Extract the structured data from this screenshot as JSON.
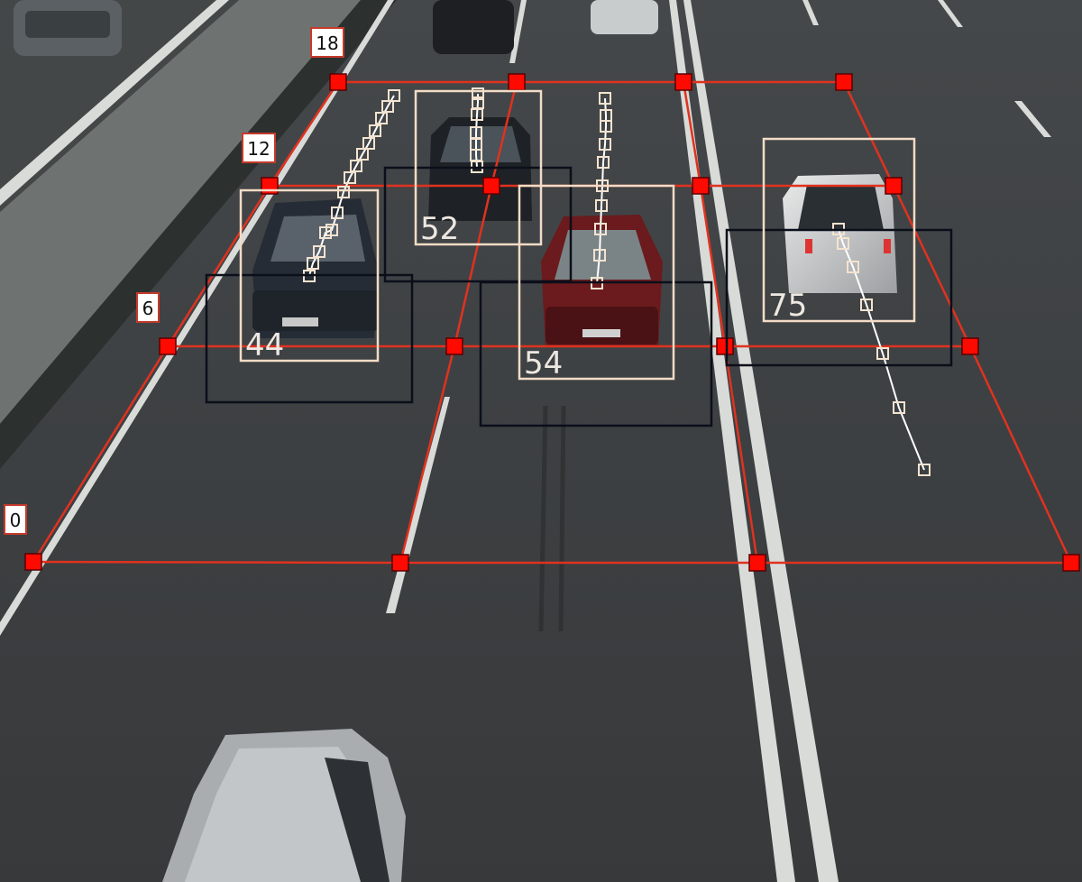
{
  "distance_labels": [
    "0",
    "6",
    "12",
    "18"
  ],
  "vehicles": [
    {
      "speed_label": "44"
    },
    {
      "speed_label": "52"
    },
    {
      "speed_label": "54"
    },
    {
      "speed_label": "75"
    }
  ],
  "colors": {
    "grid": "#e0321f",
    "marker_fill": "#ff0a00",
    "tracked_box": "#f2dcc6",
    "detection_box": "#0a0f1a",
    "trajectory": "#ffffff"
  }
}
